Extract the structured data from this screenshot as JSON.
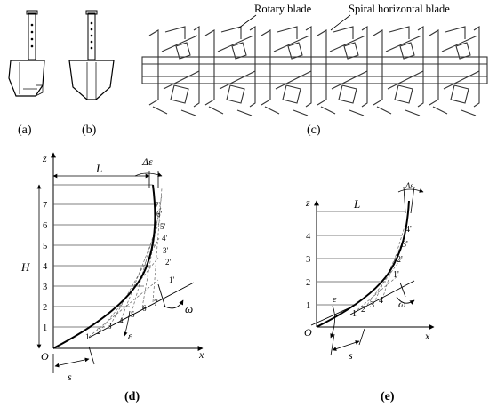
{
  "panels": {
    "a": {
      "label": "(a)"
    },
    "b": {
      "label": "(b)"
    },
    "c": {
      "label": "(c)",
      "callouts": {
        "rotary": "Rotary blade",
        "spiral": "Spiral horizontal blade"
      }
    },
    "d": {
      "label": "(d)",
      "axis_z": "z",
      "axis_x": "x",
      "origin": "O",
      "dim_length": "L",
      "dim_height": "H",
      "dim_s": "s",
      "angle_delta": "Δε",
      "angle_eps": "ε",
      "angle_omega": "ω",
      "levels": [
        "1",
        "2",
        "3",
        "4",
        "5",
        "6",
        "7"
      ],
      "base_points": [
        "1",
        "2",
        "3",
        "4",
        "5",
        "6",
        "7"
      ],
      "curve_points": [
        "1'",
        "2'",
        "3'",
        "4'",
        "5'",
        "6'",
        "7'"
      ]
    },
    "e": {
      "label": "(e)",
      "axis_z": "z",
      "axis_x": "x",
      "origin": "O",
      "dim_length": "L",
      "dim_s": "s",
      "angle_delta": "Δε",
      "angle_eps": "ε",
      "angle_omega": "ω",
      "levels": [
        "1",
        "2",
        "3",
        "4"
      ],
      "base_points": [
        "1",
        "2",
        "3",
        "4"
      ],
      "curve_points": [
        "1'",
        "2'",
        "3'",
        "4'"
      ]
    }
  }
}
